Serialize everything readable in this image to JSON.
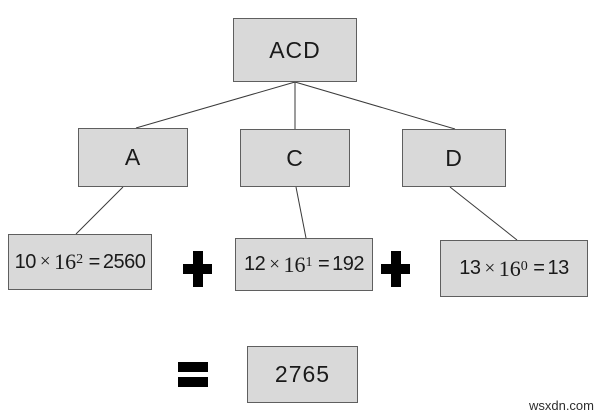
{
  "diagram": {
    "description": "Hexadecimal ACD to decimal conversion tree",
    "root_node": {
      "label": "ACD"
    },
    "digit_nodes": [
      {
        "label": "A"
      },
      {
        "label": "C"
      },
      {
        "label": "D"
      }
    ],
    "formula_nodes": [
      {
        "coeff": "10",
        "times": "×",
        "base": "16",
        "exp": "2",
        "eq": "=",
        "result": "2560"
      },
      {
        "coeff": "12",
        "times": "×",
        "base": "16",
        "exp": "1",
        "eq": "=",
        "result": "192"
      },
      {
        "coeff": "13",
        "times": "×",
        "base": "16",
        "exp": "0",
        "eq": "=",
        "result": "13"
      }
    ],
    "operators": {
      "plus_1": "+",
      "plus_2": "+",
      "equals": "="
    },
    "total_node": {
      "label": "2765"
    }
  },
  "watermark": "wsxdn.com",
  "colors": {
    "background": "#ffffff",
    "box_fill": "#d9d9d9",
    "box_border": "#5f5f5f",
    "edge_line": "#3a3a3a",
    "operator": "#000000",
    "text": "#1a1a1a"
  }
}
